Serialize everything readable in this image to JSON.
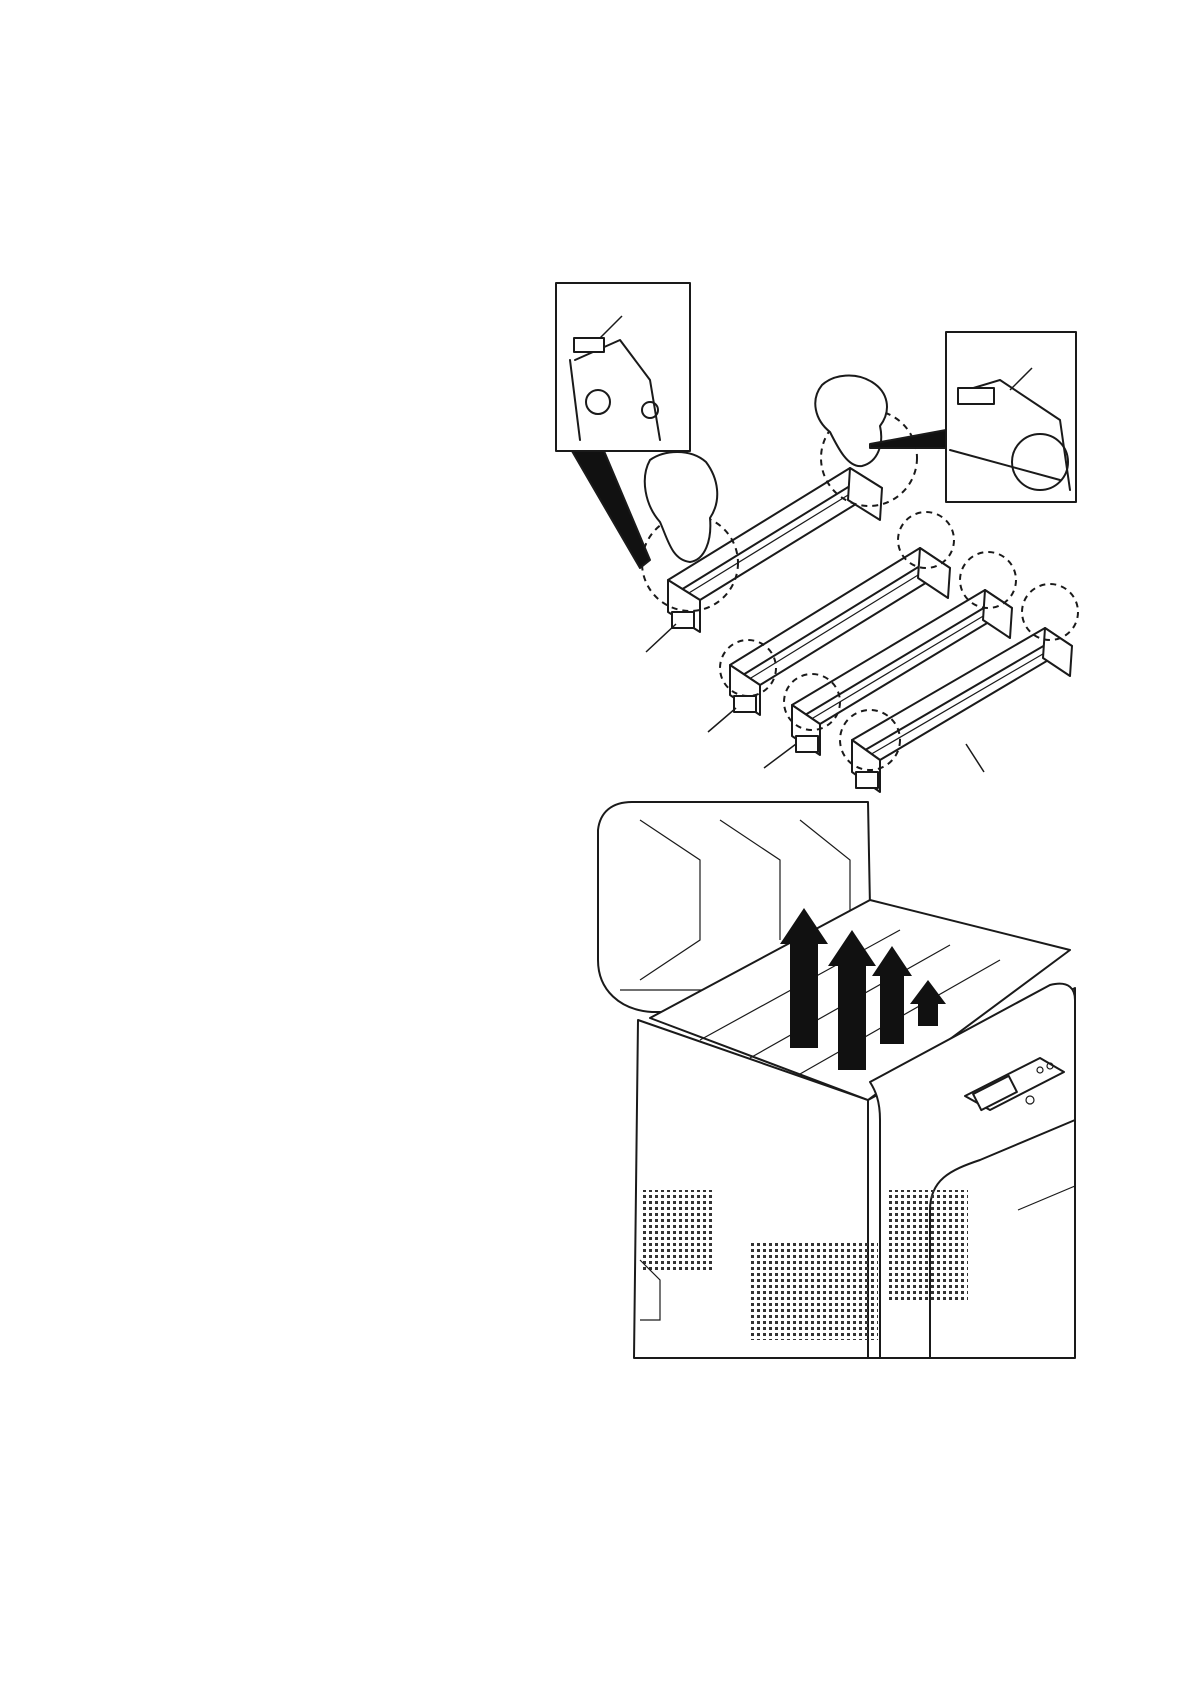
{
  "figure": {
    "drums": [
      {
        "id": "drum-1"
      },
      {
        "id": "drum-2"
      },
      {
        "id": "drum-3"
      },
      {
        "id": "drum-4"
      }
    ],
    "arrows": [
      {
        "id": "arrow-1"
      },
      {
        "id": "arrow-2"
      },
      {
        "id": "arrow-3"
      },
      {
        "id": "arrow-4"
      }
    ],
    "callouts": [
      {
        "id": "detail-left"
      },
      {
        "id": "detail-right"
      }
    ]
  }
}
